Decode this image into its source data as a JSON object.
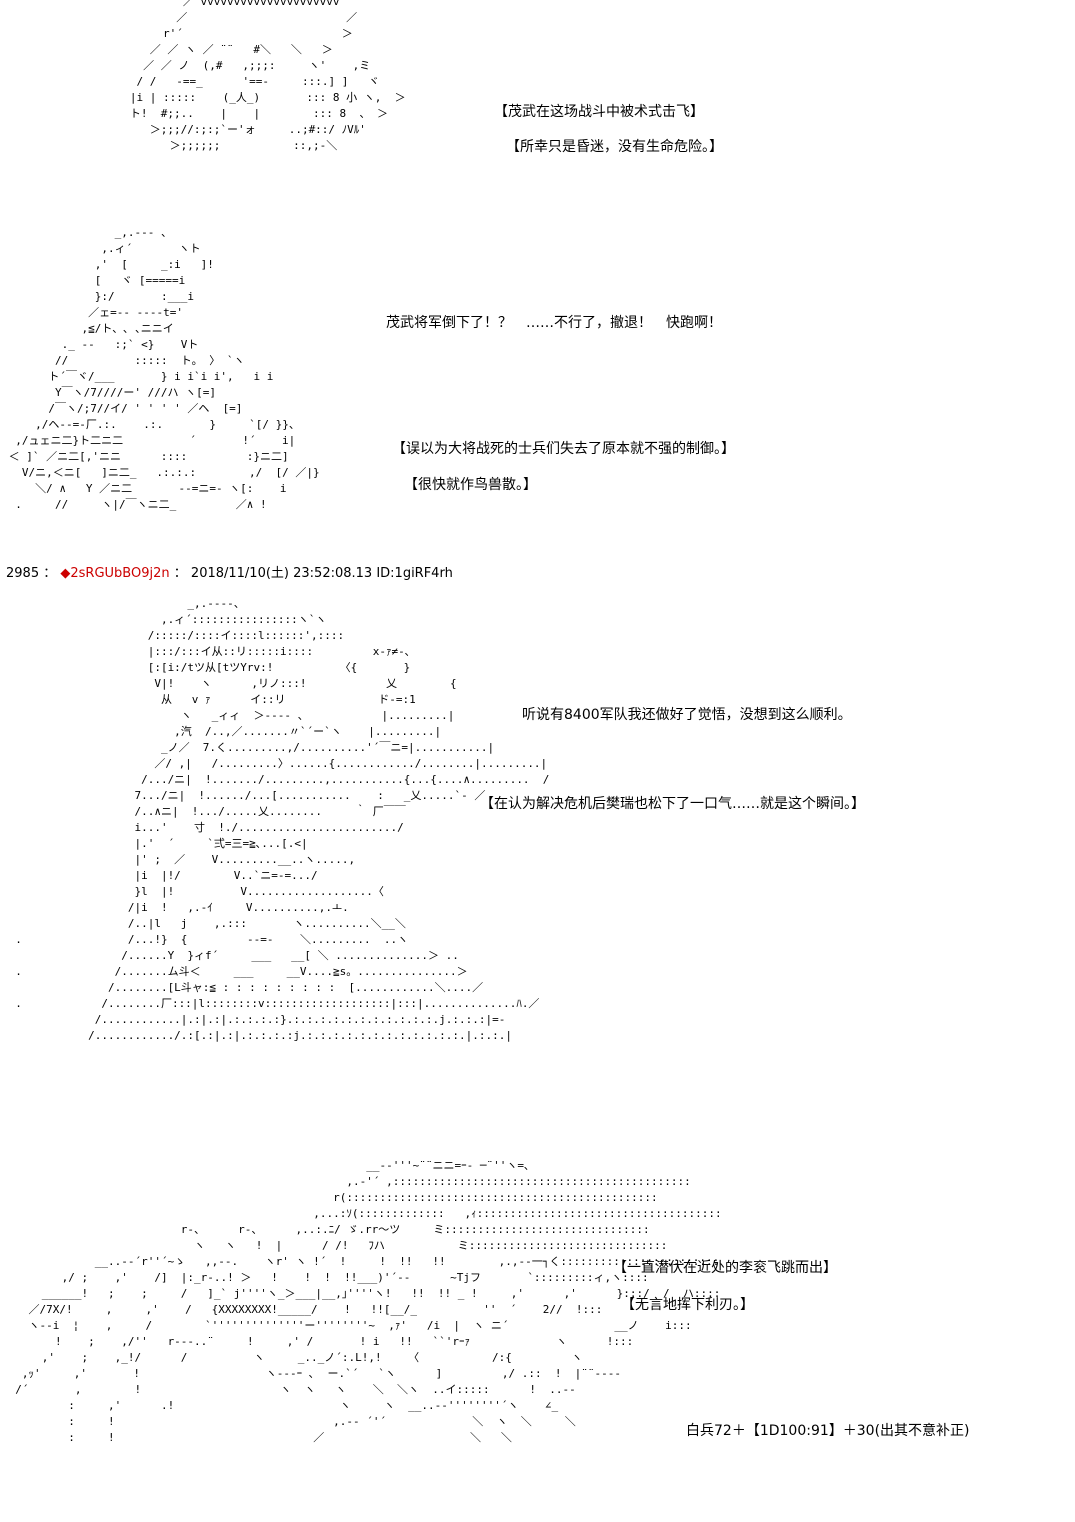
{
  "colors": {
    "text": "#000000",
    "tripcode": "#cc0000",
    "background": "#ffffff"
  },
  "panel1": {
    "art": "           ／ vvvvvvvvvvvvvvvvvvvvv\n          ／                        ／\n        r'´                        ＞\n      ／ ／ ヽ ／ ¨¨   #＼   ＼   ＞\n     ／ ／ ノ  (,#   ,;;;:     ヽ'    ,ミ\n    / /   -==_      '==-     :::.] ]   ヾ\n   |i | :::::    (_人_)       ::: 8 小 ヽ,  ＞\n   ト!  #;;..    |    |        ::: 8  、 ＞\n      ＞;;;//:;:;`ー'ォ     ..;#::/ ﾉVﾙ'\n         ＞;;;;;;           ::,;-＼",
    "line1": "【茂武在这场战斗中被术式击飞】",
    "line2": "【所幸只是昏迷，没有生命危险。】"
  },
  "panel2": {
    "art": "                 _,.--‐ 、\n               ,.ィ´       ヽト\n              ,'  [     _:i   ]!\n              [   ヾ [=====i\n              }:/       :___i\n             ／ェ=-‐ ‐‐‐‐t='\n            ,≦/ト、､ ､ニニイ\n         ._ -‐   :;` <}    Vト\n        //          :::::  ト。 〉 `ヽ\n       ト´￣ヾ/___       } i i`i i',   i i\n        Y￣ヽ/7////ー' ///ハ ヽ[=]\n       /￣ヽ/;7//イ/ ' ' ' ' ／ヘ  [=]\n     ,/ヘ-‐=-厂.:.    .:.       }     `[/ }}、\n  ,/ュェニ二}ト二ニ二          ´       !´    i|\n ＜ ]` ／ニ二[,'ニニ      ::::         :}ニ二]\n   V/ニ,＜ニ[   ]ニ二_   .:.:.:        ,/  [/ ／|}\n     ＼/ ∧   Y ／ニ二       --=ニ=‐ ヽ[:    i\n  .     //     ヽ|/￣ヽニ二_         ／∧ !",
    "line1": "茂武将军倒下了！？　……不行了，撤退！　快跑啊！",
    "line2": "【误以为大将战死的士兵们失去了原本就不强的制御。】",
    "line3": "【很快就作鸟兽散。】"
  },
  "post": {
    "number": "2985",
    "separator": "：",
    "trip": "◆2sRGUbBO9j2n",
    "colon": "：",
    "date": "2018/11/10(土) 23:52:08.13 ID:1giRF4rh"
  },
  "panel3": {
    "art": "                            _,.-‐‐-、\n                        ,.ィ´::::::::::::::::ヽ`ヽ\n                      /:::::/::::イ::::l::::::',::::\n                      |:::/:::イ从::リ:::::i::::         x‐ｧ≠-､\n                      [:[i:/tツ从[tツYrv:!          〈{       }\n                       V|!    ヽ      ,リノ:::!            乂        {\n                        从   v ｧ      イ::リ              ド‐=:1\n                           ヽ   _ィィ  ＞‐‐‐- 、           |.........|\n                          ,汽  /..,／.......〃`´ー`ヽ    |.........|\n                        _ノ／  7.く.........,/..........'´￣ニ=|...........|\n                       ／/ ,|   /.........〉......{............/........|.........|\n                     /.../ニ|  !......./.........,...........{...{....∧.........  /\n                    7.../ニ|  !....../...[...........    :   _乂.....`‐ ／\n                    /..∧ニ|  !.../.....乂........     ｀ 厂￣￣\n                    i...'    寸  !./......................../\n                    |.'  ´     `弍=三=≧､...[.<|\n                    |' ;  ／    V.........__..ヽ.....,\n                    |i  |!/        V..`ニ=‐=.../\n                    }l  |!          V...................〈\n                   /|i  !   ,.-ｲ     V..........,.ㅗ.\n                   /..|l   j    ,.:::       ヽ..........＼__＼\n  .                /...!}  {         -‐=-    ＼.........  ..ヽ\n                  /......Y  }ィf´     ___   __[ ＼ ..............＞ ..\n  .              /.......ム斗＜     ___     __V....≧s。...............＞\n                /........[L斗ャ:≦ : : : : : : : : :  [............＼....／\n  .            /........厂:::|l::::::::v:::::::::::::::::::|:::|..............ﾊ.／\n              /............|.:|.:|.:.:.:.:}.:.:.:.:.:.:.:.:.:.:.:.j.:.:.:|=‐\n             /............/.:[.:|.:|.:.:.:.:j.:.:.:.:.:.:.:.:.:.:.:.:.|.:.:.|",
    "line1": "听说有8400军队我还做好了觉悟，没想到这么顺利。",
    "line2": "【在认为解决危机后樊瑞也松下了一口气……就是这个瞬间。】"
  },
  "panel4": {
    "art": "                                                       __-‐'''~¨¨ニニ=ｰ- ─¨''ヽ=､\n                                                    ,.-'´ ,:::::::::::::::::::::::::::::::::::::::::::::\n                                                  r(:::::::::::::::::::::::::::::::::::::::::::::::\n                                               ,...:ｿ(:::::::::::::   ,ｨ:::::::::::::::::::::::::::::::::::::\n                           r-、     r-、     ,..:.ﾆ/ ゞ.rr～ツ     ミ:::::::::::::::::::::::::::::::\n                             ヽ   ヽ   !  |      / /!   ﾌハ           ミ::::::::::::::::::::::::::::::\n              __..-‐´r''´~ゝ   ,,--.    ヽr' ヽ !´  !     !  !!   !!        ,.,-‐一┐く::::::::::::::::::::::::\n         ,/ ;    ,'    /]  |:_r-..! ＞   !    !  !  !!___)'´--      ~Tjフ       `:::::::::ィ,ヽ::::\n      ______!   ;    ;     /   ]_` j''''ヽ_＞___|__,｣''''ヽ!   !!  !! _ !     ,'      ,'      }:::/  /  ハ::::\n    ／/7X/!     ,     ,'    /   {XXXXXXXX!_____/    !   !![__/_          ''  ´    2//  !:::\n    ヽ‐‐i  ¦    ,     /        `''''''''''''''ー''''''''~  ,ｧ'   /i  |  ヽ ニ´                __ノ    i:::\n        !    ;    ,/''   r-‐-..¨     !     ,' /       ! i   !!   ``'rｰｧ             ヽ      !:::\n      ,'    ;    ,_!/      /          ヽ     _.._ノ´:.L!,!    〈           /:{         ヽ\n   ,ｯ'     ,'       !                   ヽ--‐ｰ ､  ー.`´   `ヽ      ]         ,/ .::  !  |¨¨‐‐‐‐\n  /´       ,        !                     ヽ  ヽ   ヽ    ＼  ＼ヽ  ..イ:::::      !  ..-‐\n          :     ,'      .!                         ヽ     ヽ  __..-‐''''''''´ヽ    ∠_\n          :     !                                 ,.-‐ ´'´             ＼  ヽ  ＼     ＼\n          :     !                              ／                      ＼   ＼",
    "line1": "【一直潜伏在近处的李衮飞跳而出】",
    "line2": "【无言地挥下利刃。】",
    "line3": "白兵72＋【1D100:91】＋30(出其不意补正)"
  }
}
